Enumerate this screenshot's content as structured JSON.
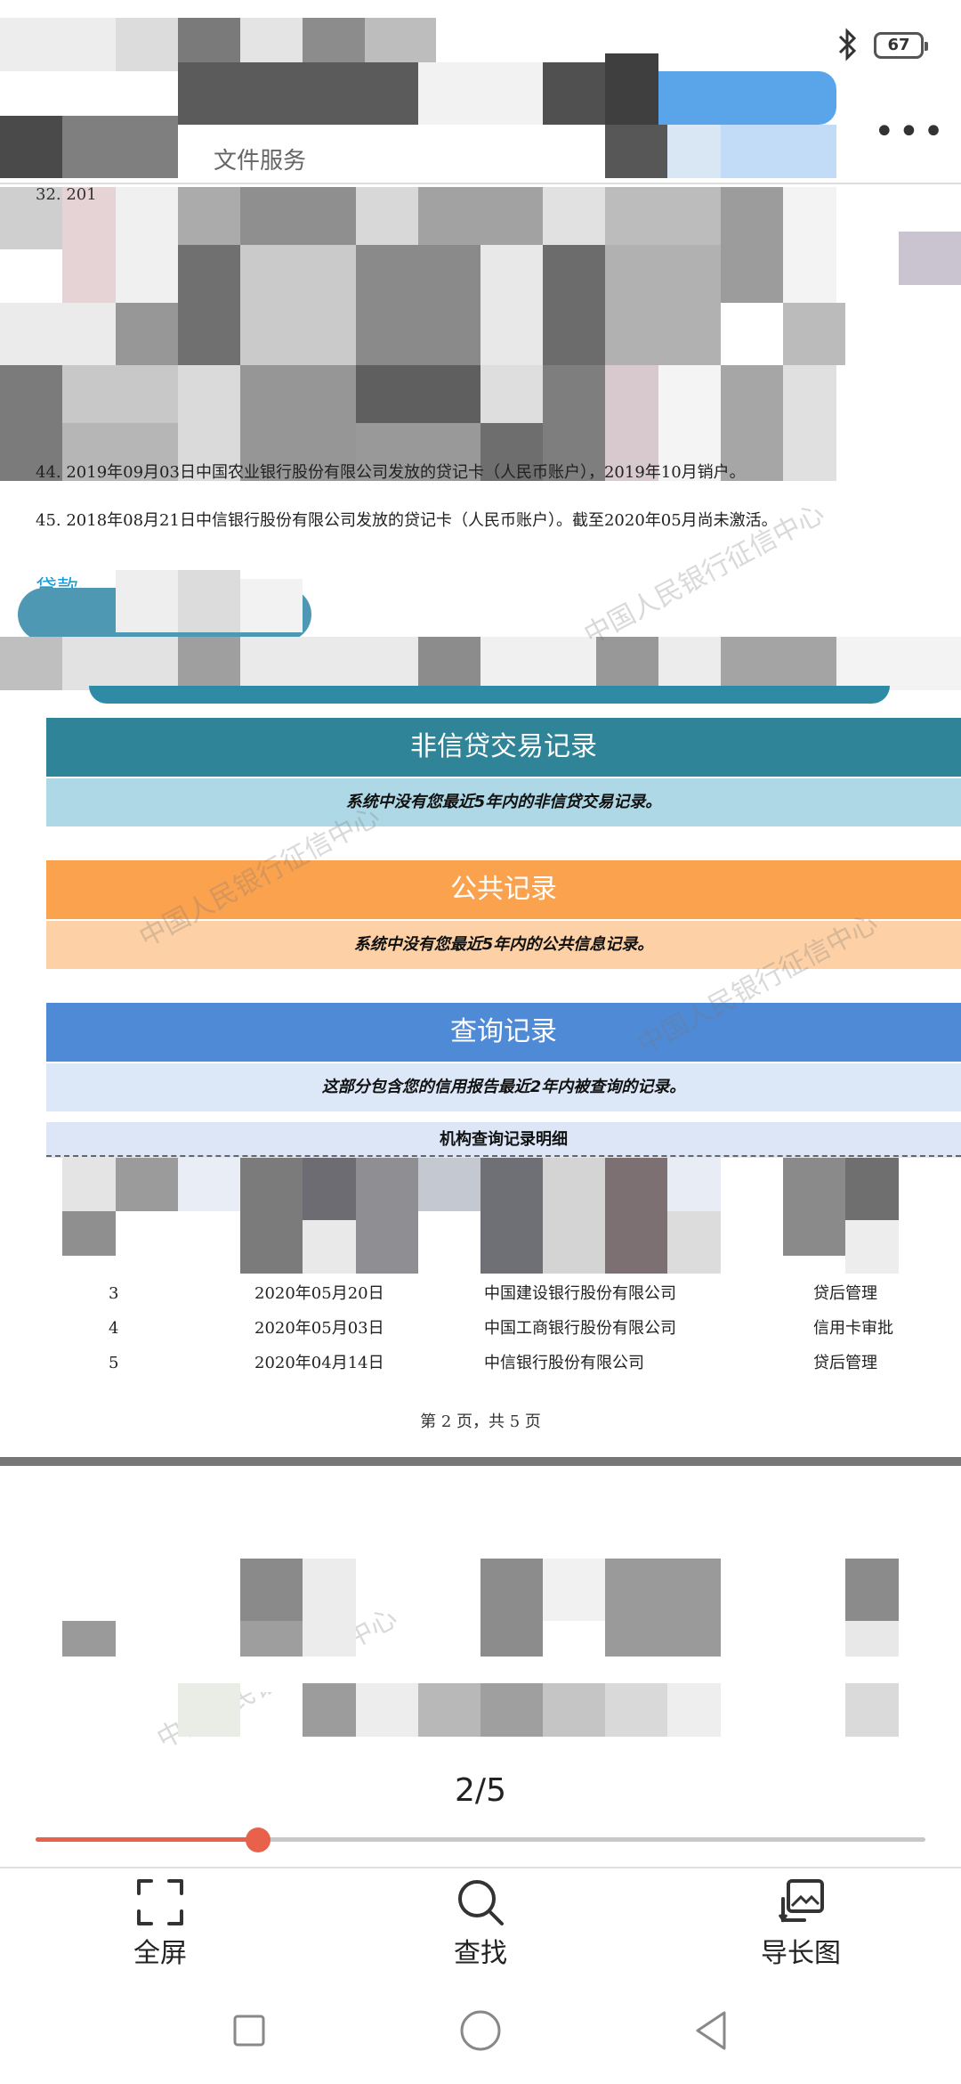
{
  "status_bar": {
    "bluetooth_icon": "bluetooth-icon",
    "battery_level": "67"
  },
  "header": {
    "title_fragment": "文件服务",
    "more_icon": "more-dots-icon"
  },
  "document": {
    "line_32": "32. 201",
    "line_44": "44. 2019年09月03日中国农业银行股份有限公司发放的贷记卡（人民币账户），2019年10月销户。",
    "line_45": "45. 2018年08月21日中信银行股份有限公司发放的贷记卡（人民币账户）。截至2020年05月尚未激活。",
    "loan_label": "贷款",
    "non_credit": {
      "title": "非信贷交易记录",
      "message": "系统中没有您最近5年内的非信贷交易记录。",
      "head_color": "#2f8497",
      "body_color": "#aed8e6"
    },
    "public": {
      "title": "公共记录",
      "message": "系统中没有您最近5年内的公共信息记录。",
      "head_color": "#fba24f",
      "body_color": "#fdd0a5"
    },
    "inquiry": {
      "title": "查询记录",
      "message": "这部分包含您的信用报告最近2年内被查询的记录。",
      "subheading": "机构查询记录明细",
      "head_color": "#4f8ad6",
      "body_color": "#dce8f8"
    },
    "inquiry_rows": [
      {
        "no": "3",
        "date": "2020年05月20日",
        "org": "中国建设银行股份有限公司",
        "reason": "贷后管理"
      },
      {
        "no": "4",
        "date": "2020年05月03日",
        "org": "中国工商银行股份有限公司",
        "reason": "信用卡审批"
      },
      {
        "no": "5",
        "date": "2020年04月14日",
        "org": "中信银行股份有限公司",
        "reason": "贷后管理"
      }
    ],
    "page_footer": "第 2 页，共 5 页",
    "watermark": "中国人民银行征信中心"
  },
  "viewer": {
    "page_indicator": "2/5",
    "progress_fraction": 0.25,
    "accent_color": "#e8614a",
    "tools": [
      {
        "label": "全屏",
        "icon": "fullscreen-icon"
      },
      {
        "label": "查找",
        "icon": "search-icon"
      },
      {
        "label": "导长图",
        "icon": "export-long-image-icon"
      }
    ]
  },
  "nav_bar": {
    "icons": [
      "recent-apps-icon",
      "home-icon",
      "back-icon"
    ]
  }
}
